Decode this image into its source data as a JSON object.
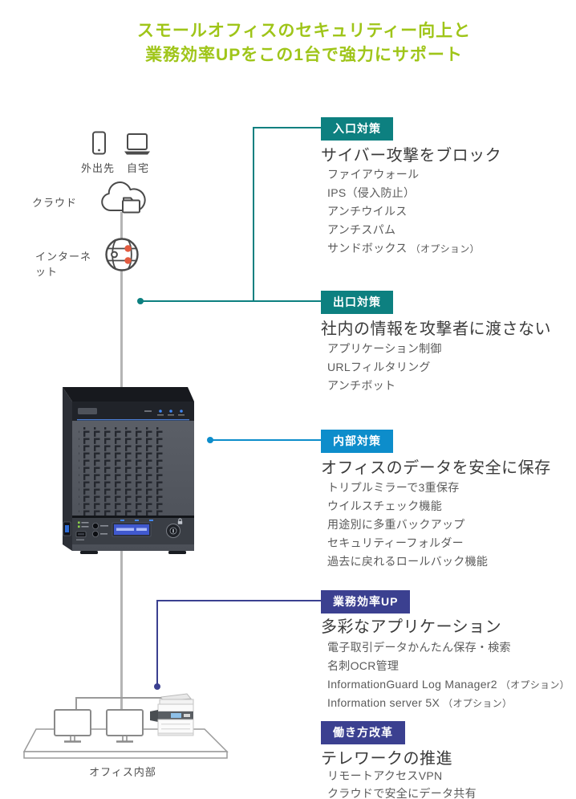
{
  "title": {
    "line1": "スモールオフィスのセキュリティー向上と",
    "line2": "業務効率UPをこの1台で強力にサポート"
  },
  "theme": {
    "title_green": "#9fc519",
    "teal": "#0d8080",
    "blue": "#0d8dcb",
    "indigo": "#3b4090",
    "line_gray": "#b5b5b5",
    "heading_text": "#3b3b3b",
    "list_text": "#5a5a5a",
    "globe_dot_red": "#e25b40"
  },
  "icons": {
    "phone": "smartphone-icon",
    "laptop": "laptop-icon",
    "cloud": "cloud-folder-icon",
    "globe": "internet-globe-icon",
    "device": "security-appliance-image",
    "office": "office-desk-illustration"
  },
  "diagram_labels": {
    "mobile": "外出先",
    "home": "自宅",
    "cloud": "クラウド",
    "internet": "インターネット",
    "office": "オフィス内部"
  },
  "sections": [
    {
      "badge": "入口対策",
      "heading": "サイバー攻撃をブロック",
      "items": [
        {
          "t": "ファイアウォール"
        },
        {
          "t": "IPS（侵入防止）"
        },
        {
          "t": "アンチウイルス"
        },
        {
          "t": "アンチスパム"
        },
        {
          "t": "サンドボックス",
          "n": "（オプション）"
        }
      ]
    },
    {
      "badge": "出口対策",
      "heading": "社内の情報を攻撃者に渡さない",
      "items": [
        {
          "t": "アプリケーション制御"
        },
        {
          "t": "URLフィルタリング"
        },
        {
          "t": "アンチボット"
        }
      ]
    },
    {
      "badge": "内部対策",
      "heading": "オフィスのデータを安全に保存",
      "items": [
        {
          "t": "トリプルミラーで3重保存"
        },
        {
          "t": "ウイルスチェック機能"
        },
        {
          "t": "用途別に多重バックアップ"
        },
        {
          "t": "セキュリティーフォルダー"
        },
        {
          "t": "過去に戻れるロールバック機能"
        }
      ]
    },
    {
      "badge": "業務効率UP",
      "heading": "多彩なアプリケーション",
      "items": [
        {
          "t": "電子取引データかんたん保存・検索"
        },
        {
          "t": "名刺OCR管理"
        },
        {
          "t": "InformationGuard Log Manager2",
          "n": "（オプション）"
        },
        {
          "t": "Information server 5X",
          "n": "（オプション）"
        }
      ]
    },
    {
      "badge": "働き方改革",
      "heading": "テレワークの推進",
      "items": [
        {
          "t": "リモートアクセスVPN"
        },
        {
          "t": "クラウドで安全にデータ共有"
        }
      ]
    }
  ]
}
